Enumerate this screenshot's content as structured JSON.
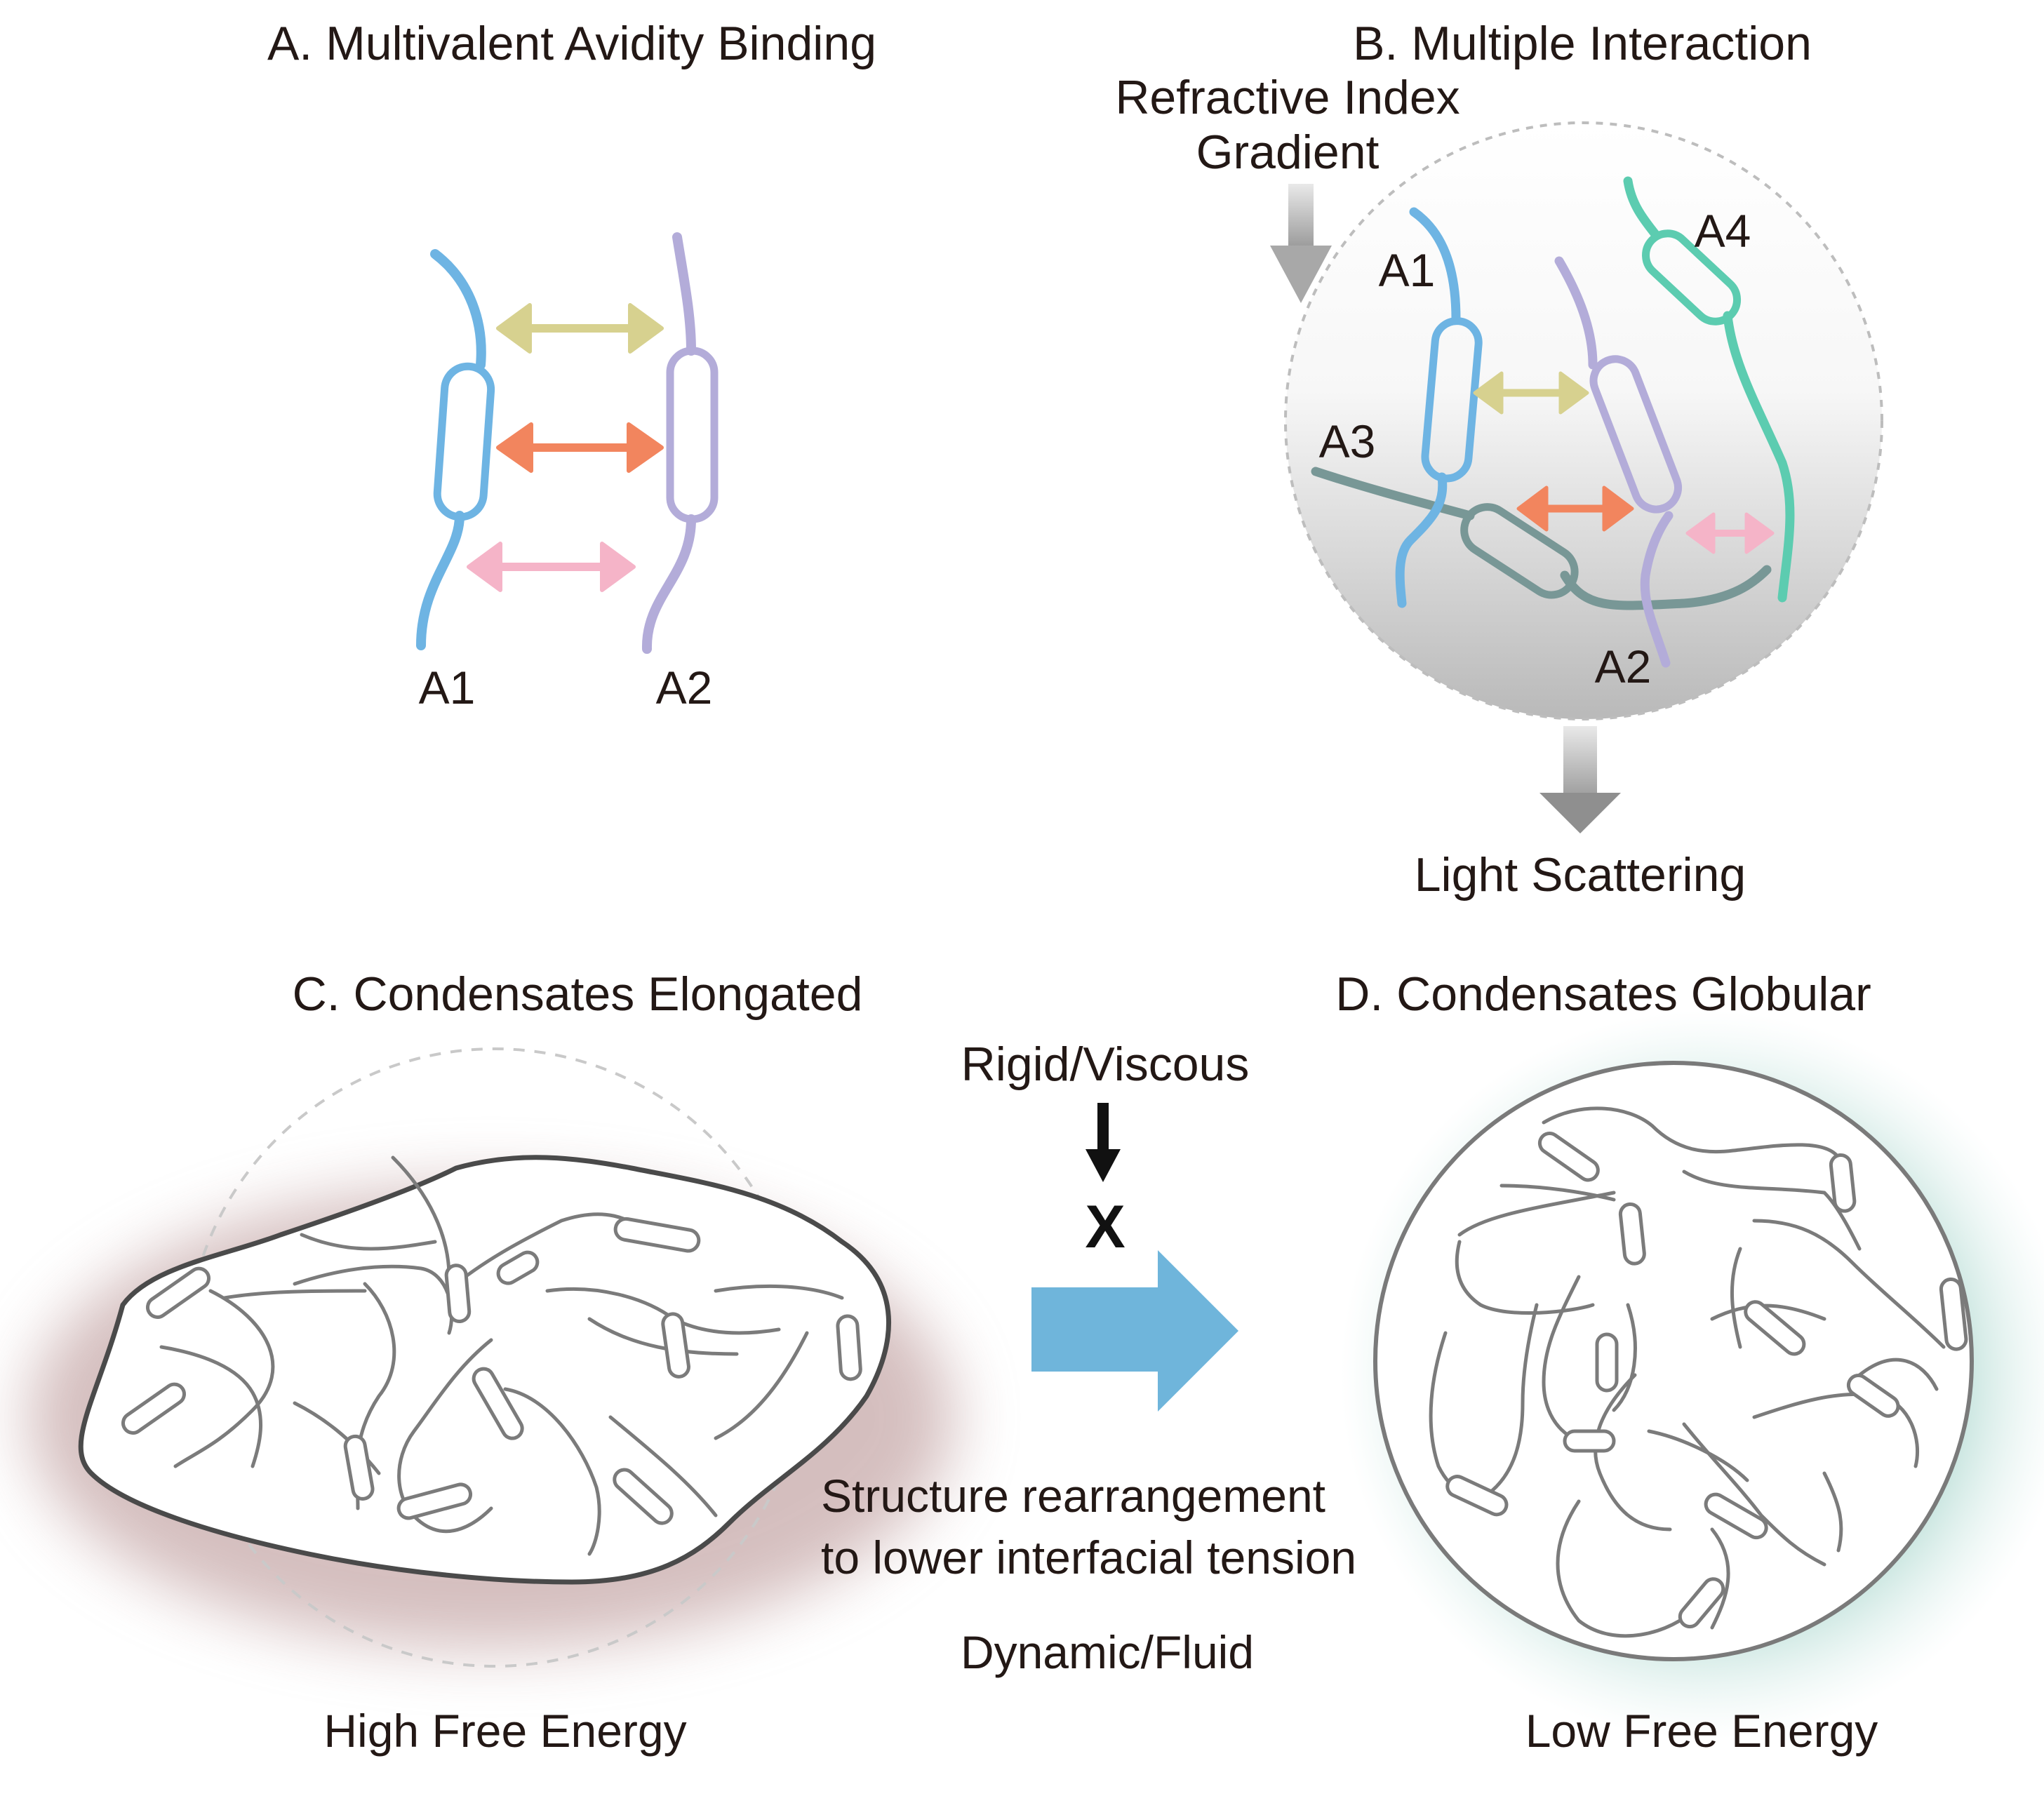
{
  "panel_a": {
    "title": "A. Multivalent Avidity Binding",
    "label_a1": "A1",
    "label_a2": "A2"
  },
  "panel_b": {
    "title": "B. Multiple Interaction",
    "gradient_line1": "Refractive Index",
    "gradient_line2": "Gradient",
    "label_a1": "A1",
    "label_a2": "A2",
    "label_a3": "A3",
    "label_a4": "A4",
    "scatter_label": "Light Scattering"
  },
  "panel_c": {
    "title": "C. Condensates Elongated",
    "energy_label": "High Free Energy"
  },
  "panel_d": {
    "title": "D. Condensates Globular",
    "energy_label": "Low Free Energy"
  },
  "transition": {
    "rigid_label": "Rigid/Viscous",
    "block_mark": "X",
    "rearrange_line1": "Structure rearrangement",
    "rearrange_line2": "to lower interfacial tension",
    "fluid_label": "Dynamic/Fluid"
  },
  "colors": {
    "a1_blue": "#6eb4e3",
    "a2_lavender": "#b3acd9",
    "a3_slate": "#789796",
    "a4_teal": "#5cccb0",
    "arrow_khaki": "#d7d18f",
    "arrow_orange": "#f2855e",
    "arrow_pink": "#f5b4c8",
    "big_arrow_blue": "#6fb5db",
    "chain_gray": "#7b7b7b",
    "text": "#231815"
  }
}
